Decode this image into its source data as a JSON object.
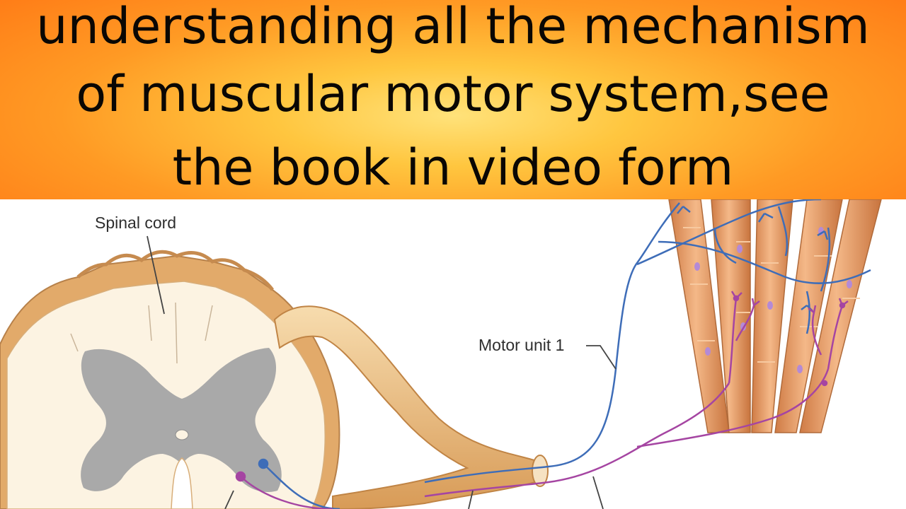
{
  "header": {
    "lines": [
      "understanding all the mechanism",
      "of muscular motor system,see",
      "the book in video form"
    ]
  },
  "diagram": {
    "labels": {
      "spinal_cord": "Spinal cord",
      "motor_unit_1": "Motor unit 1"
    },
    "colors": {
      "banner_orange": "#ff8a1e",
      "banner_yellow": "#ffd65a",
      "cord_tan": "#e0a865",
      "cord_cream": "#fcf3e2",
      "gray_matter": "#a9a9a9",
      "muscle_fiber": "#e9a070",
      "motor_neuron_blue": "#3e6db8",
      "motor_neuron_purple": "#a545a2"
    }
  }
}
